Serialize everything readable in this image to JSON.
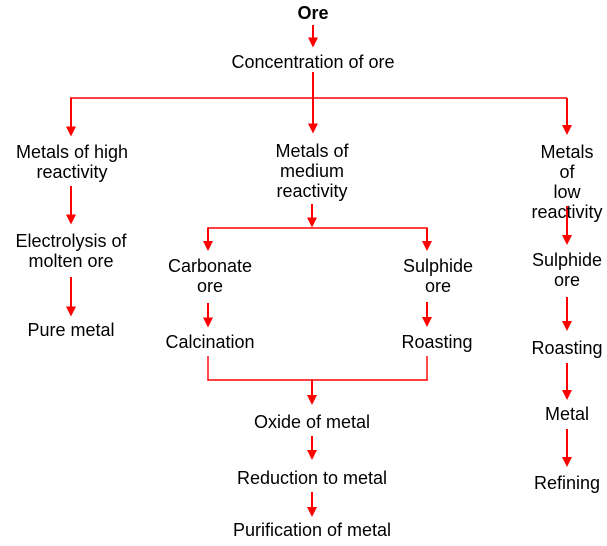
{
  "diagram": {
    "title": "Metallurgical extraction of metals flowchart"
  },
  "colors": {
    "arrow": "#ff0000",
    "text": "#000000",
    "background": "#ffffff"
  },
  "nodes": {
    "ore": {
      "label": "Ore"
    },
    "concentration": {
      "label": "Concentration of ore"
    },
    "high_reactivity": {
      "label": "Metals of high\nreactivity"
    },
    "electrolysis": {
      "label": "Electrolysis of\nmolten ore"
    },
    "pure_metal": {
      "label": "Pure metal"
    },
    "medium_reactivity": {
      "label": "Metals of\nmedium\nreactivity"
    },
    "carbonate_ore": {
      "label": "Carbonate\nore"
    },
    "calcination": {
      "label": "Calcination"
    },
    "sulphide_ore_medium": {
      "label": "Sulphide\nore"
    },
    "roasting_medium": {
      "label": "Roasting"
    },
    "oxide_of_metal": {
      "label": "Oxide of metal"
    },
    "reduction_to_metal": {
      "label": "Reduction to metal"
    },
    "purification_of_metal": {
      "label": "Purification of metal"
    },
    "low_reactivity": {
      "label": "Metals of\nlow\nreactivity"
    },
    "sulphide_ore_low": {
      "label": "Sulphide\nore"
    },
    "roasting_low": {
      "label": "Roasting"
    },
    "metal": {
      "label": "Metal"
    },
    "refining": {
      "label": "Refining"
    }
  },
  "edges": [
    {
      "from": "ore",
      "to": "concentration"
    },
    {
      "from": "concentration",
      "to": "high_reactivity"
    },
    {
      "from": "concentration",
      "to": "medium_reactivity"
    },
    {
      "from": "concentration",
      "to": "low_reactivity"
    },
    {
      "from": "high_reactivity",
      "to": "electrolysis"
    },
    {
      "from": "electrolysis",
      "to": "pure_metal"
    },
    {
      "from": "medium_reactivity",
      "to": "carbonate_ore"
    },
    {
      "from": "medium_reactivity",
      "to": "sulphide_ore_medium"
    },
    {
      "from": "carbonate_ore",
      "to": "calcination"
    },
    {
      "from": "sulphide_ore_medium",
      "to": "roasting_medium"
    },
    {
      "from": "calcination",
      "to": "oxide_of_metal"
    },
    {
      "from": "roasting_medium",
      "to": "oxide_of_metal"
    },
    {
      "from": "oxide_of_metal",
      "to": "reduction_to_metal"
    },
    {
      "from": "reduction_to_metal",
      "to": "purification_of_metal"
    },
    {
      "from": "low_reactivity",
      "to": "sulphide_ore_low"
    },
    {
      "from": "sulphide_ore_low",
      "to": "roasting_low"
    },
    {
      "from": "roasting_low",
      "to": "metal"
    },
    {
      "from": "metal",
      "to": "refining"
    }
  ]
}
